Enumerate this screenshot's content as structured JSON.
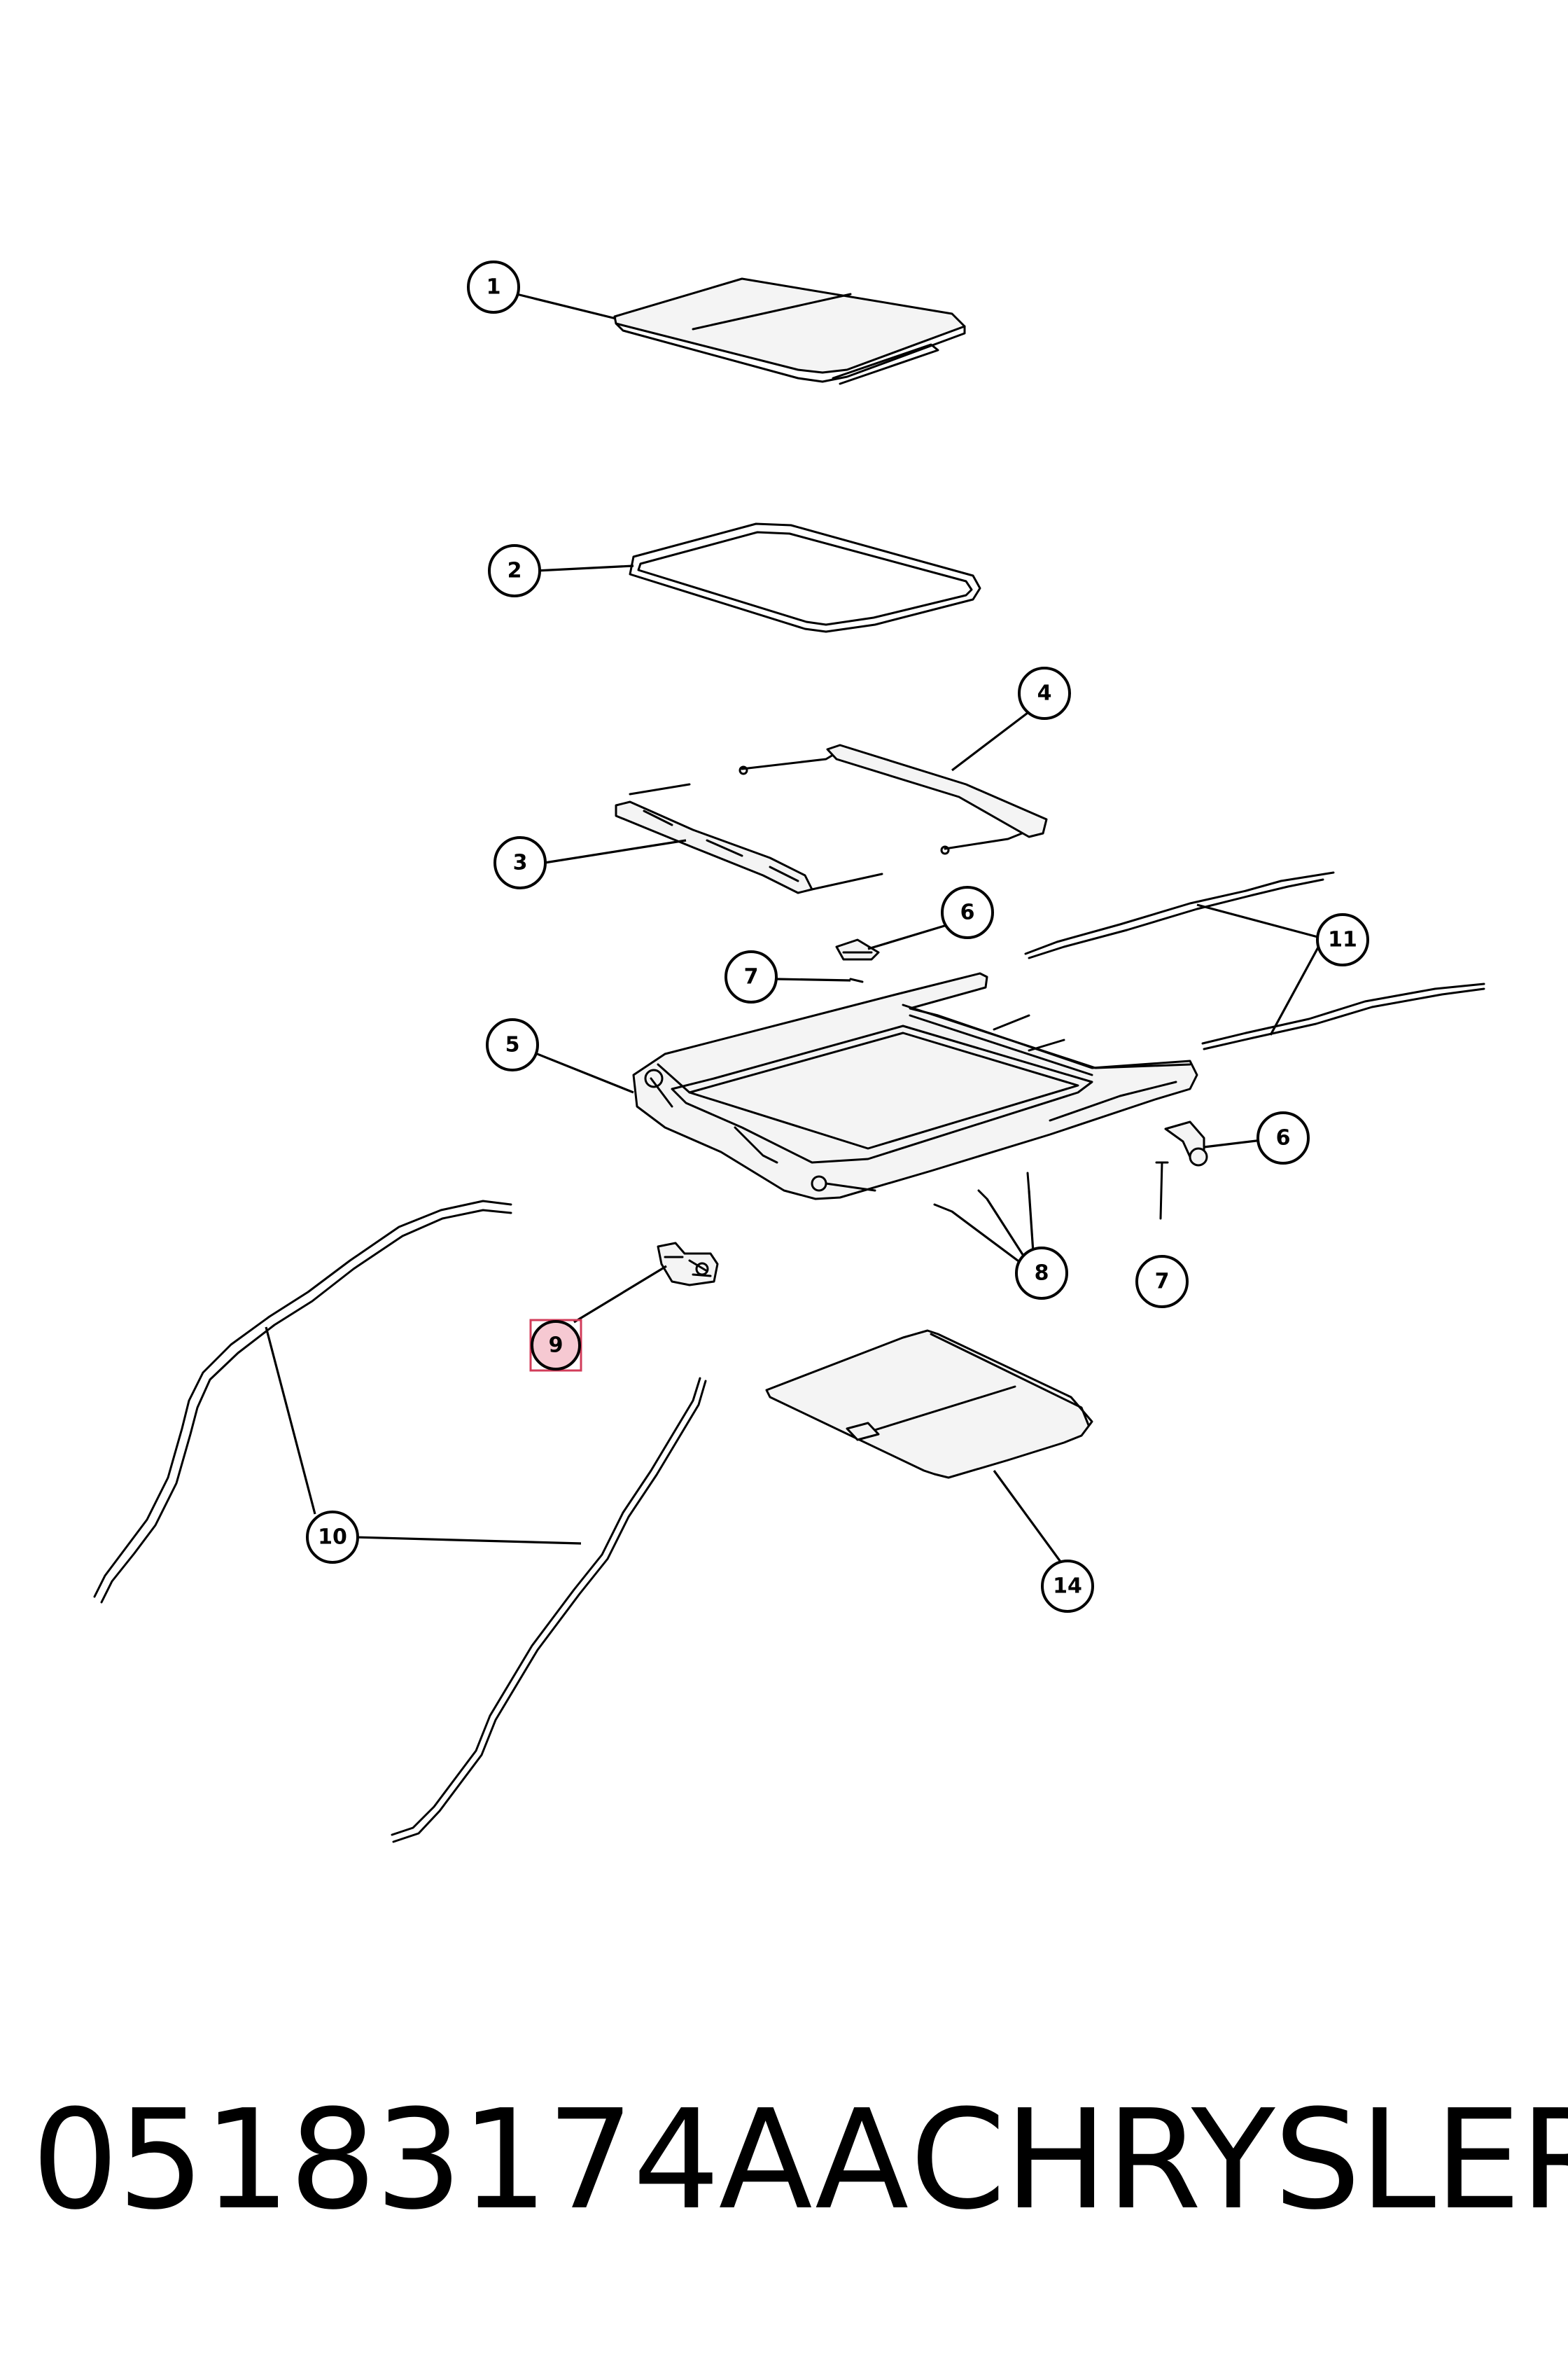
{
  "callouts": {
    "c1": "1",
    "c2": "2",
    "c3": "3",
    "c4": "4",
    "c5": "5",
    "c6a": "6",
    "c6b": "6",
    "c7a": "7",
    "c7b": "7",
    "c8": "8",
    "c9": "9",
    "c10": "10",
    "c11": "11",
    "c14": "14"
  },
  "highlighted_callout": "9",
  "footer": {
    "part_number": "05183174AA",
    "brand": "CHRYSLER"
  },
  "colors": {
    "highlight_fill": "#f6c9d2",
    "highlight_border": "#d23c5a",
    "line": "#000000"
  }
}
